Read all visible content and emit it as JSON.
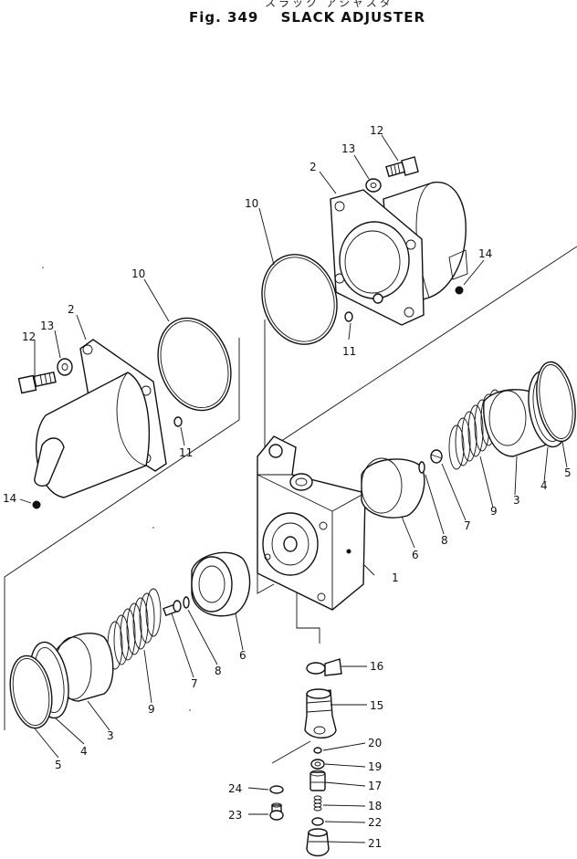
{
  "title": {
    "kana": "スラック アジャスタ",
    "figure": "Fig. 349",
    "name": "SLACK ADJUSTER"
  },
  "callouts": [
    {
      "id": "c12a",
      "text": "12"
    },
    {
      "id": "c13a",
      "text": "13"
    },
    {
      "id": "c2a",
      "text": "2"
    },
    {
      "id": "c10a",
      "text": "10"
    },
    {
      "id": "c14a",
      "text": "14"
    },
    {
      "id": "c11a",
      "text": "11"
    },
    {
      "id": "c12b",
      "text": "12"
    },
    {
      "id": "c13b",
      "text": "13"
    },
    {
      "id": "c2b",
      "text": "2"
    },
    {
      "id": "c10b",
      "text": "10"
    },
    {
      "id": "c11b",
      "text": "11"
    },
    {
      "id": "c14b",
      "text": "14"
    },
    {
      "id": "c1",
      "text": "1"
    },
    {
      "id": "c6a",
      "text": "6"
    },
    {
      "id": "c8a",
      "text": "8"
    },
    {
      "id": "c7a",
      "text": "7"
    },
    {
      "id": "c9a",
      "text": "9"
    },
    {
      "id": "c3a",
      "text": "3"
    },
    {
      "id": "c4a",
      "text": "4"
    },
    {
      "id": "c5a",
      "text": "5"
    },
    {
      "id": "c6b",
      "text": "6"
    },
    {
      "id": "c8b",
      "text": "8"
    },
    {
      "id": "c7b",
      "text": "7"
    },
    {
      "id": "c9b",
      "text": "9"
    },
    {
      "id": "c3b",
      "text": "3"
    },
    {
      "id": "c4b",
      "text": "4"
    },
    {
      "id": "c5b",
      "text": "5"
    },
    {
      "id": "c16",
      "text": "16"
    },
    {
      "id": "c15",
      "text": "15"
    },
    {
      "id": "c20",
      "text": "20"
    },
    {
      "id": "c19",
      "text": "19"
    },
    {
      "id": "c17",
      "text": "17"
    },
    {
      "id": "c18",
      "text": "18"
    },
    {
      "id": "c22",
      "text": "22"
    },
    {
      "id": "c21",
      "text": "21"
    },
    {
      "id": "c24",
      "text": "24"
    },
    {
      "id": "c23",
      "text": "23"
    }
  ]
}
